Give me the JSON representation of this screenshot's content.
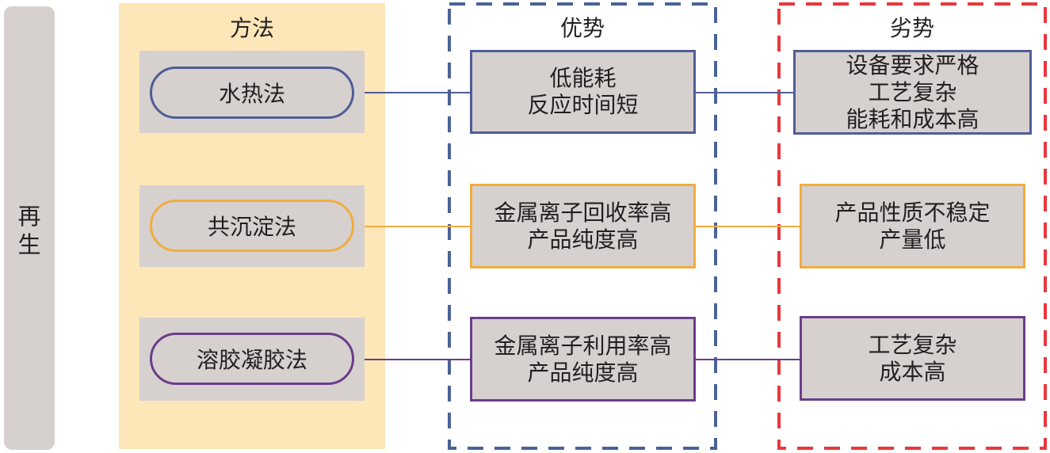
{
  "side_label": "再\n生",
  "side_chars": [
    "再",
    "生"
  ],
  "columns": {
    "method": "方法",
    "advantage": "优势",
    "disadvantage": "劣势"
  },
  "colors": {
    "row1": "#4f5d96",
    "row2": "#f0ad3e",
    "row3": "#6b3d8a",
    "advantage_frame": "#4a6397",
    "disadvantage_frame": "#e8383d",
    "method_bg": "#fde6b8",
    "box_fill": "#d6d0cf"
  },
  "rows": [
    {
      "method": "水热法",
      "advantage": [
        "低能耗",
        "反应时间短"
      ],
      "disadvantage": [
        "设备要求严格",
        "工艺复杂",
        "能耗和成本高"
      ]
    },
    {
      "method": "共沉淀法",
      "advantage": [
        "金属离子回收率高",
        "产品纯度高"
      ],
      "disadvantage": [
        "产品性质不稳定",
        "产量低"
      ]
    },
    {
      "method": "溶胶凝胶法",
      "advantage": [
        "金属离子利用率高",
        "产品纯度高"
      ],
      "disadvantage": [
        "工艺复杂",
        "成本高"
      ]
    }
  ]
}
